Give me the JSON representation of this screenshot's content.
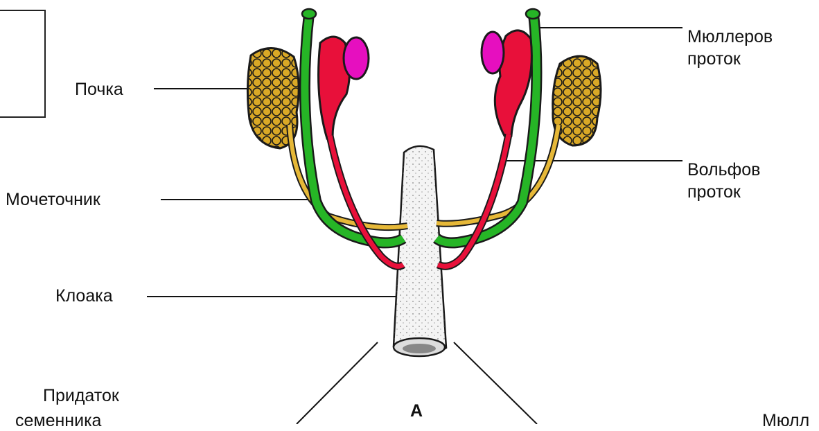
{
  "labels": {
    "kidney": "Почка",
    "ureter": "Мочеточник",
    "cloaca": "Клоака",
    "epididymis_line1": "Придаток",
    "epididymis_line2": "семенника",
    "mullerian_line1": "Мюллеров",
    "mullerian_line2": "проток",
    "wolffian_line1": "Вольфов",
    "wolffian_line2": "проток",
    "panel_letter": "А",
    "mullerian_cut": "Мюлл"
  },
  "colors": {
    "kidney": "#d9a826",
    "ureter": "#e6b838",
    "mullerian_duct": "#26b526",
    "wolffian_duct": "#e8103a",
    "gonad": "#e60fbf",
    "cloaca": "#f4f4f4",
    "leader_line": "#111111"
  }
}
